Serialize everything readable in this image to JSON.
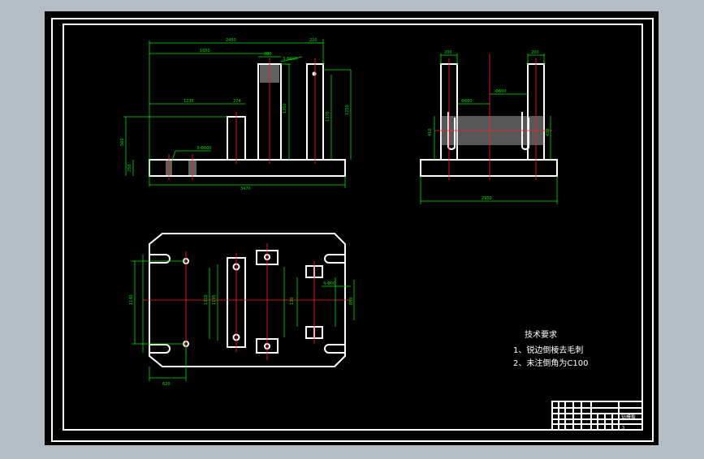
{
  "drawing": {
    "background": "#000000",
    "frame_color": "#ffffff",
    "dimension_color": "#00e000",
    "centerline_color": "#ff2020"
  },
  "dims": {
    "front_overall_top": "2450",
    "front_left_width": "1650",
    "front_post1_w": "280",
    "front_post2_w": "220",
    "front_slot_note": "3-Φ600",
    "front_step": "1235",
    "front_step_w": "274",
    "front_height_a": "1350",
    "front_height_b": "1370",
    "front_height_c": "1250",
    "front_left_h": "560",
    "front_small_h": "250",
    "front_hole_note": "3-Φ600",
    "front_overall_bottom": "3470",
    "side_top_left": "200",
    "side_top_right": "200",
    "side_center": "Φ600",
    "side_hole": "Φ600",
    "side_left_h": "410",
    "side_right_h": "430",
    "side_overall": "2950",
    "plan_left_h": "1140",
    "plan_mid_h": "1310",
    "plan_mid_h2": "1195",
    "plan_right_h": "850",
    "plan_hole_note": "4-Φ00",
    "plan_slot_w": "130",
    "plan_bottom": "620"
  },
  "notes": {
    "title": "技术要求",
    "line1": "1、锐边倒棱去毛刺",
    "line2": "2、未注倒角为C100"
  },
  "title_block": {
    "name": "钻模板",
    "code": "3"
  }
}
